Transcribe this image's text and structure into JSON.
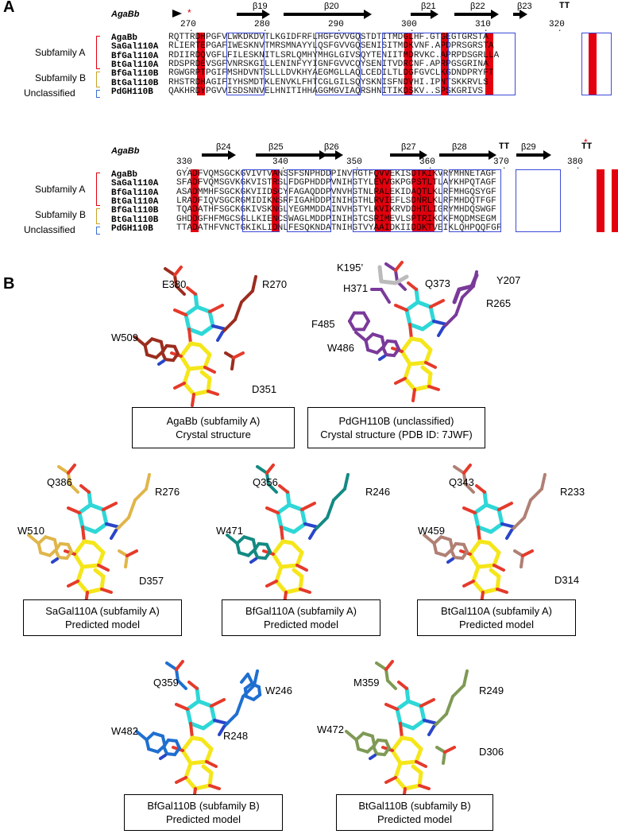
{
  "panel_a": {
    "letter": "A",
    "block1": {
      "ruler_marks": [
        "270",
        "280",
        "290",
        "300",
        "310",
        "320"
      ],
      "ss": [
        "β19",
        "β20",
        "β21",
        "β22",
        "β23",
        "TT"
      ],
      "star": "*",
      "sequences": [
        {
          "name": "AgaBb",
          "seq": "RQTTRDHPGFVLWKDKDVTLKGIDFRFLHGFGVVGQSTDTITMDGLHF.GTGEGTGRSTA"
        },
        {
          "name": "SaGal110A",
          "seq": "RLIERTEPGAFIWESKNVTMRSMNAYYLQSFGVVGQSENISITMDKVNF.APDPRSGRSTA"
        },
        {
          "name": "BfGal110A",
          "seq": "RDIIRDQVGFLFILESKNITLSRLQMHYMHGLGIVSQYTENIITMDRVKC.APRPDSGRLLA"
        },
        {
          "name": "BtGal110A",
          "seq": "RDSPRDEVSGFVNRSKGILLENINFYYIGNFGVVCQYSENITVDRCNF.APRPGSGRINA"
        },
        {
          "name": "BfGal110B",
          "seq": "RGWGRPTPGIFMSHDVNTSLLLDVKHYAEGMGLLAQLCEDILTLDGFGVCLKGDNDPRYFT"
        },
        {
          "name": "BtGal110B",
          "seq": "RHSTRDHAGIFIYHSMDTKLENVKLFHTCGLGILSQYSKNISFNDVHI.IPNTSKKRVLS"
        },
        {
          "name": "PdGH110B",
          "seq": "QAKHRDYPGVVISDSNNVELHNITIHHAGGMGVIAQRSHNITIKDSKV..SPSKGRIVS"
        }
      ]
    },
    "block2": {
      "ruler_marks": [
        "330",
        "340",
        "350",
        "360",
        "370",
        "380"
      ],
      "ss": [
        "β24",
        "β25",
        "β26",
        "β27",
        "β28",
        "TT",
        "β29",
        "TT"
      ],
      "star": "*",
      "sequences": [
        {
          "name": "AgaBb",
          "seq": "GYADFVQMSGCKGVIVTVANSSFSNPHDDPINVHGTFQVVEKISDTKIKVRYMHNETAGF"
        },
        {
          "name": "SaGal110A",
          "seq": "SFADFVQMSGVKGKVISTRSLFDGPHDDPVNIHGTYLEVVGKPGPSTLTLAYKHPQTAGF"
        },
        {
          "name": "BfGal110A",
          "seq": "ASADMMHFSGCKGKVIIDSCYFAGAQDDPVNVHGTNLRALEKIDAQTLKLRFMHGQSYGF"
        },
        {
          "name": "BtGal110A",
          "seq": "LRADFIQVSGCRGMIDIKNSRFIGAHDDPINIHGTHLRVIEFLSDNRLKLRFMHDQTFGF"
        },
        {
          "name": "BfGal110B",
          "seq": "TQADATHFSGCKGKIVSKNGLYEGMMDDAINVHGTYLKVIKRVDDHTLIGRYMHDQSWGF"
        },
        {
          "name": "BtGal110B",
          "seq": "GHDDGFHFMGCSGLLKIENCSWAGLMDDPINIHGTCSRIMEVLSPTRIKCKFMQDMSEGM"
        },
        {
          "name": "PdGH110B",
          "seq": "TTADATHFVNCTGKIKLIDNLFESQKNDATNIHGTVYAAIDKIIDDKTVEIKLQHPQQFGF"
        }
      ]
    },
    "agabb_header": "AgaBb",
    "subfamilies": {
      "a": "Subfamily A",
      "b": "Subfamily B",
      "u": "Unclassified"
    },
    "colors": {
      "red": "#e3000f",
      "blue": "#3b4bd8",
      "bracket_a": "#e3000f",
      "bracket_b": "#c9a227",
      "bracket_u": "#3b6fd8"
    }
  },
  "panel_b": {
    "letter": "B",
    "structures": [
      {
        "id": "agabb",
        "line1": "AgaBb (subfamily A)",
        "line2": "Crystal structure",
        "labels": [
          "E380",
          "R270",
          "W509",
          "D351"
        ],
        "color": "#9b2d1f"
      },
      {
        "id": "pdgh110b",
        "line1": "PdGH110B (unclassified)",
        "line2": "Crystal structure (PDB ID: 7JWF)",
        "labels": [
          "K195’",
          "H371",
          "Q373",
          "Y207",
          "R265",
          "F485",
          "W486"
        ],
        "color": "#7a3a9a"
      },
      {
        "id": "sagal110a",
        "line1": "SaGal110A (subfamily A)",
        "line2": "Predicted model",
        "labels": [
          "Q386",
          "R276",
          "W510",
          "D357"
        ],
        "color": "#e0b64a"
      },
      {
        "id": "bfgal110a",
        "line1": "BfGal110A (subfamily A)",
        "line2": "Predicted model",
        "labels": [
          "Q356",
          "R246",
          "W471"
        ],
        "color": "#138a82"
      },
      {
        "id": "btgal110a",
        "line1": "BtGal110A (subfamily A)",
        "line2": "Predicted model",
        "labels": [
          "Q343",
          "R233",
          "W459",
          "D314"
        ],
        "color": "#b08074"
      },
      {
        "id": "bfgal110b",
        "line1": "BfGal110B (subfamily B)",
        "line2": "Predicted model",
        "labels": [
          "Q359",
          "W246",
          "W482",
          "R248"
        ],
        "color": "#1f6fd0"
      },
      {
        "id": "btgal110b",
        "line1": "BtGal110B (subfamily B)",
        "line2": "Predicted model",
        "labels": [
          "M359",
          "R249",
          "W472",
          "D306"
        ],
        "color": "#7f9a55"
      }
    ]
  }
}
